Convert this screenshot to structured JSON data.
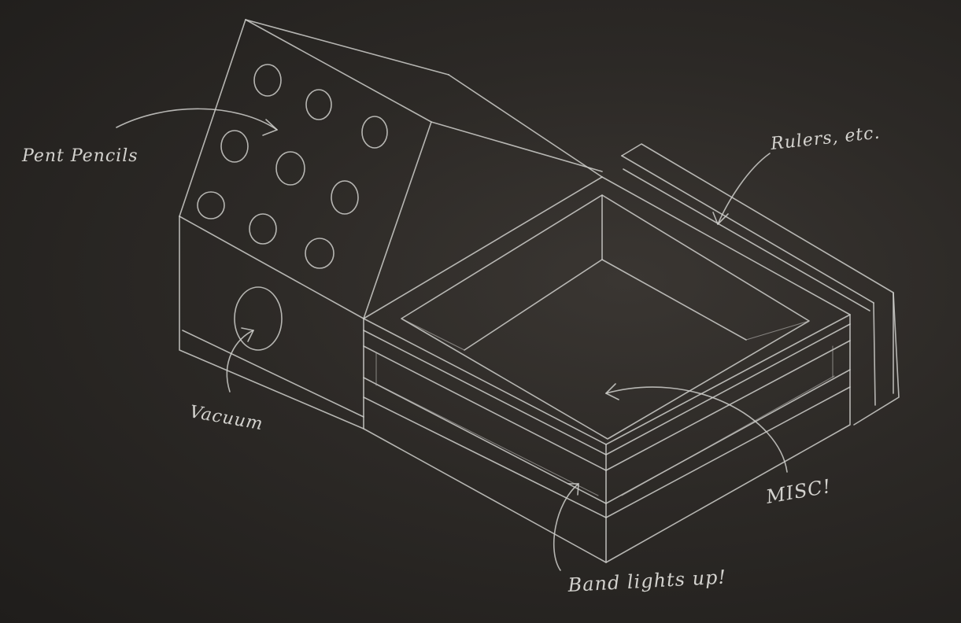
{
  "annotations": {
    "pens": "Pent Pencils",
    "rulers": "Rulers, etc.",
    "vacuum": "Vacuum",
    "misc": "MISC!",
    "band": "Band lights up!"
  },
  "colors": {
    "background": "#2c2926",
    "pencil": "#cfcfcb"
  }
}
